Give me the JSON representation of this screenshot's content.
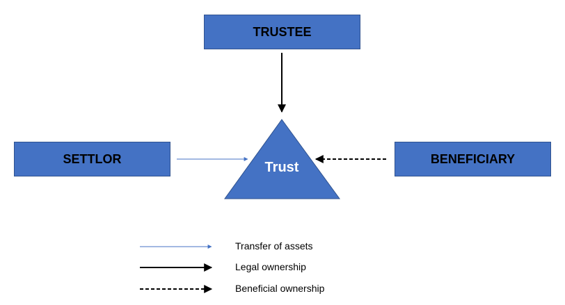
{
  "nodes": {
    "trustee": "TRUSTEE",
    "settlor": "SETTLOR",
    "beneficiary": "BENEFICIARY",
    "trust": "Trust"
  },
  "legend": [
    {
      "label": "Transfer of assets",
      "style": "thin blue solid arrow",
      "color": "#4472c4"
    },
    {
      "label": "Legal ownership",
      "style": "thick black solid arrow",
      "color": "#000000"
    },
    {
      "label": "Beneficial ownership",
      "style": "black dashed arrow",
      "color": "#000000"
    }
  ],
  "colors": {
    "node_fill": "#4472c4",
    "node_border": "#2f528f",
    "trust_text": "#ffffff"
  }
}
